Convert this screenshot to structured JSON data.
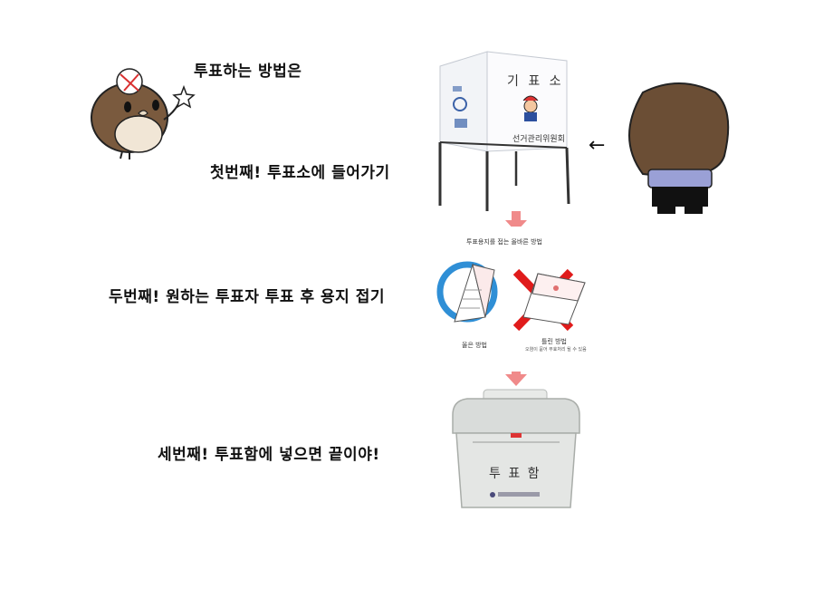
{
  "intro": "투표하는 방법은",
  "steps": [
    "첫번째! 투표소에 들어가기",
    "두번째! 원하는 투표자 투표 후 용지 접기",
    "세번째! 투표함에 넣으면 끝이야!"
  ],
  "booth": {
    "sign": "기 표 소",
    "org": "선거관리위원회"
  },
  "folding_guide": {
    "title": "투표용지를 접는 올바른 방법",
    "correct_label": "올은 방법",
    "wrong_label": "틀린 방법",
    "wrong_note": "오염이 묻어 무효처리 될 수 있음"
  },
  "ballot_box": {
    "label": "투 표 함"
  },
  "colors": {
    "arrow": "#f08a8a",
    "check_ring": "#2f8fd6",
    "cross": "#e01b1b",
    "bird_body": "#7a5a3e",
    "hair": "#6b4e35",
    "shirt": "#9aa0d6"
  }
}
